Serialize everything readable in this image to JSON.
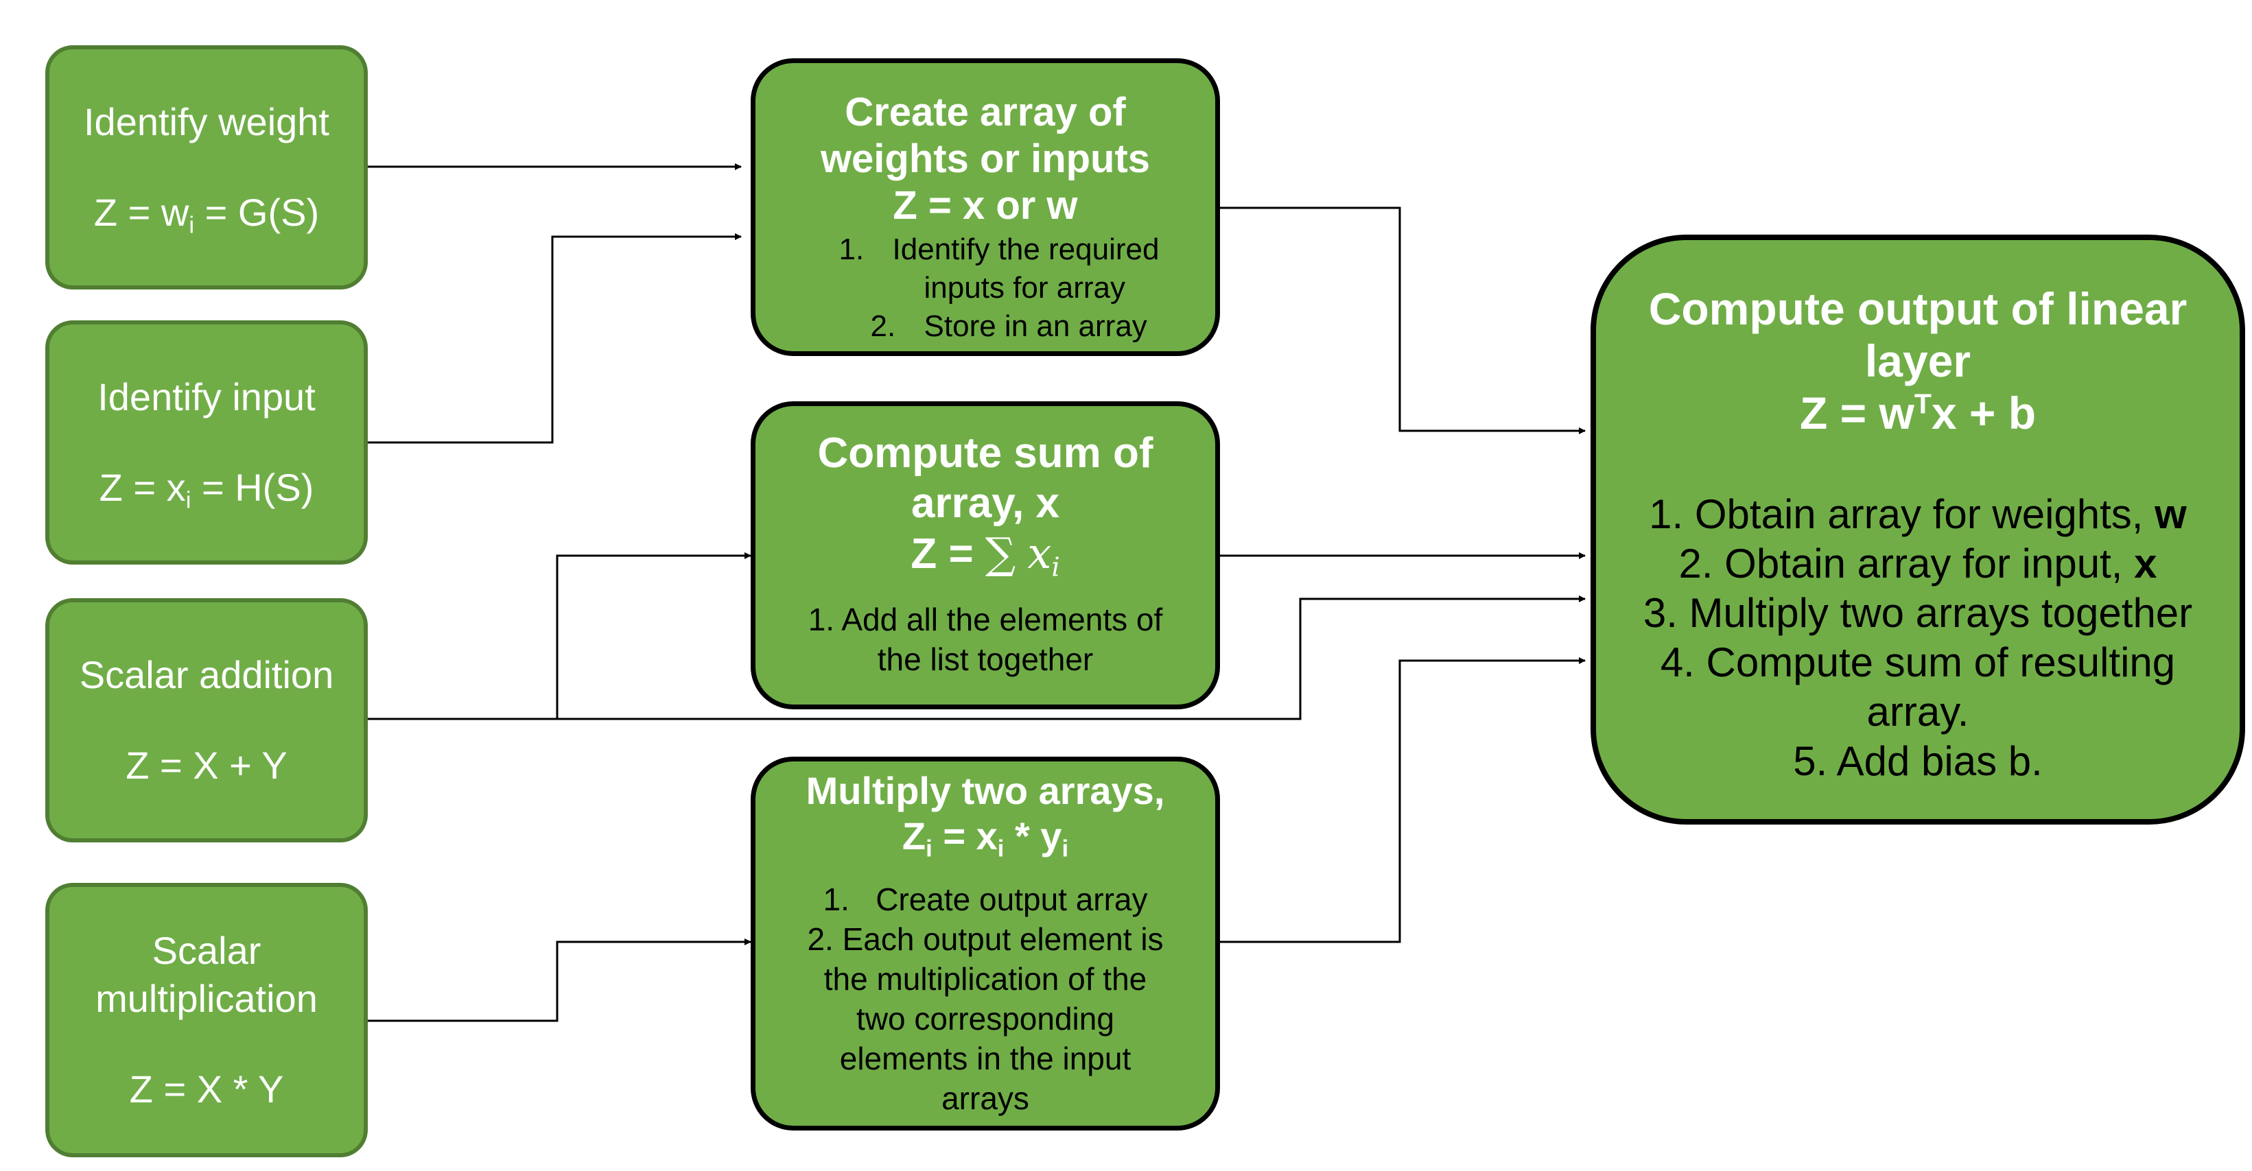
{
  "left_nodes": {
    "weight": {
      "title": "Identify weight",
      "formula_pre": "Z = w",
      "formula_sub": "i",
      "formula_post": " = G(S)"
    },
    "input": {
      "title": "Identify input",
      "formula_pre": "Z = x",
      "formula_sub": "i",
      "formula_post": " = H(S)"
    },
    "addition": {
      "title": "Scalar addition",
      "formula": "Z = X + Y"
    },
    "multiplication": {
      "title_line1": "Scalar",
      "title_line2": "multiplication",
      "formula": "Z = X * Y"
    }
  },
  "middle_nodes": {
    "create_array": {
      "title_line1": "Create array of",
      "title_line2": "weights or inputs",
      "formula": "Z = x or w",
      "steps": [
        {
          "num": "1.",
          "line1": "Identify the required",
          "line2": "inputs for array"
        },
        {
          "num": "2.",
          "line1": "Store in an array"
        }
      ]
    },
    "sum_array": {
      "title_line1": "Compute sum of",
      "title_line2": "array, x",
      "formula_pre": "Z = ",
      "formula_sum": "∑",
      "formula_var": "x",
      "formula_sub": "i",
      "step_line1": "1. Add all the elements of",
      "step_line2": "the list together"
    },
    "multiply_arrays": {
      "title": "Multiply two arrays,",
      "formula": {
        "z": "Z",
        "z_sub": "i",
        "mid": " = x",
        "x_sub": "i",
        "times": " * y",
        "y_sub": "i"
      },
      "steps": [
        "1.   Create output array",
        "2. Each output element is",
        "the multiplication of the",
        "two corresponding",
        "elements in the input",
        "arrays"
      ]
    }
  },
  "output_node": {
    "title_line1": "Compute output of linear",
    "title_line2": "layer",
    "formula_pre": "Z = w",
    "formula_sup": "T",
    "formula_post": "x + b",
    "steps": [
      {
        "text": "1. Obtain array for weights, ",
        "bold": "w"
      },
      {
        "text": "2. Obtain array for input, ",
        "bold": "x"
      },
      {
        "text": "3. Multiply two arrays together"
      },
      {
        "text": "4. Compute sum of resulting"
      },
      {
        "text": "array."
      },
      {
        "text": "5. Add bias b."
      }
    ]
  },
  "colors": {
    "node_fill": "#70ad47",
    "left_border": "#507e32",
    "node_border": "#000000",
    "connector": "#000000"
  }
}
